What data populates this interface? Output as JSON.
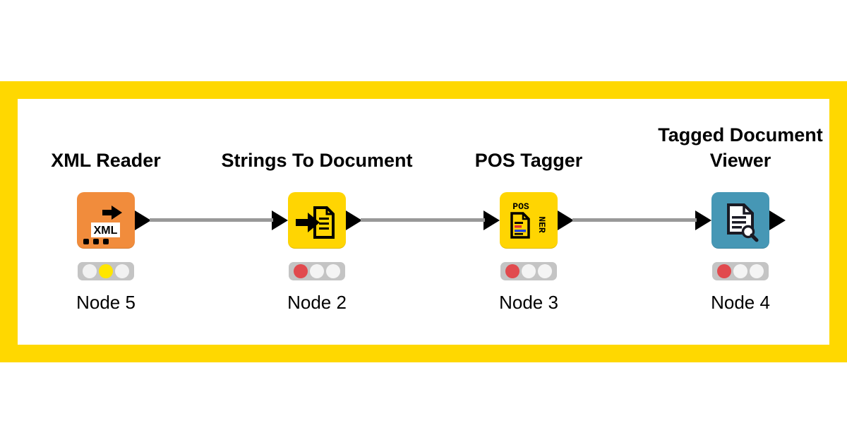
{
  "workflow": {
    "frame_color": "#FFD800",
    "connector_color": "#999999",
    "nodes": [
      {
        "title": "XML Reader",
        "label": "Node 5",
        "color": "#F18C3C",
        "icon": "xml-reader-icon",
        "icon_text": "XML",
        "status_lights": [
          "#F1F1F1",
          "#FFE600",
          "#F1F1F1"
        ]
      },
      {
        "title": "Strings To Document",
        "label": "Node 2",
        "color": "#FFD502",
        "icon": "strings-to-document-icon",
        "status_lights": [
          "#E14A4E",
          "#F4F4F4",
          "#F4F4F4"
        ]
      },
      {
        "title": "POS Tagger",
        "label": "Node 3",
        "color": "#FFD502",
        "icon": "pos-tagger-icon",
        "icon_text_top": "POS",
        "icon_text_side": "NER",
        "status_lights": [
          "#E14A4E",
          "#F4F4F4",
          "#F4F4F4"
        ]
      },
      {
        "title": "Tagged Document\nViewer",
        "label": "Node 4",
        "color": "#4697B5",
        "icon": "tagged-document-viewer-icon",
        "status_lights": [
          "#E14A4E",
          "#F4F4F4",
          "#F4F4F4"
        ]
      }
    ]
  }
}
